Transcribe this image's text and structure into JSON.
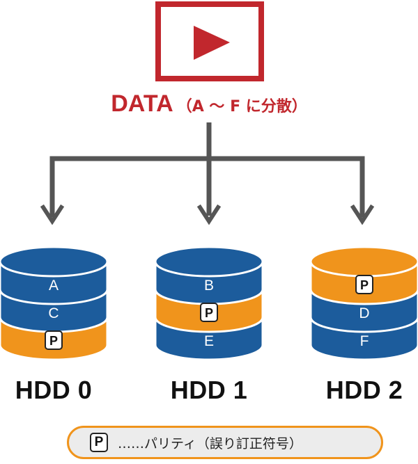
{
  "title": {
    "main": "DATA",
    "sub": "（A ～ F に分散）"
  },
  "drives": [
    {
      "name": "HDD 0",
      "bands": [
        "A",
        "C",
        "P"
      ],
      "top_color": "#1c5c9c",
      "band_colors": [
        "#1c5c9c",
        "#1c5c9c",
        "#f0941c"
      ]
    },
    {
      "name": "HDD 1",
      "bands": [
        "B",
        "P",
        "E"
      ],
      "top_color": "#1c5c9c",
      "band_colors": [
        "#1c5c9c",
        "#f0941c",
        "#1c5c9c"
      ]
    },
    {
      "name": "HDD 2",
      "bands": [
        "P",
        "D",
        "F"
      ],
      "top_color": "#f0941c",
      "band_colors": [
        "#f0941c",
        "#1c5c9c",
        "#1c5c9c"
      ]
    }
  ],
  "legend": {
    "badge": "P",
    "text": "……パリティ（誤り訂正符号）"
  },
  "colors": {
    "blue": "#1c5c9c",
    "orange": "#f0941c",
    "red": "#c1272d",
    "arrow": "#555555"
  },
  "icons": [
    "play-icon"
  ]
}
